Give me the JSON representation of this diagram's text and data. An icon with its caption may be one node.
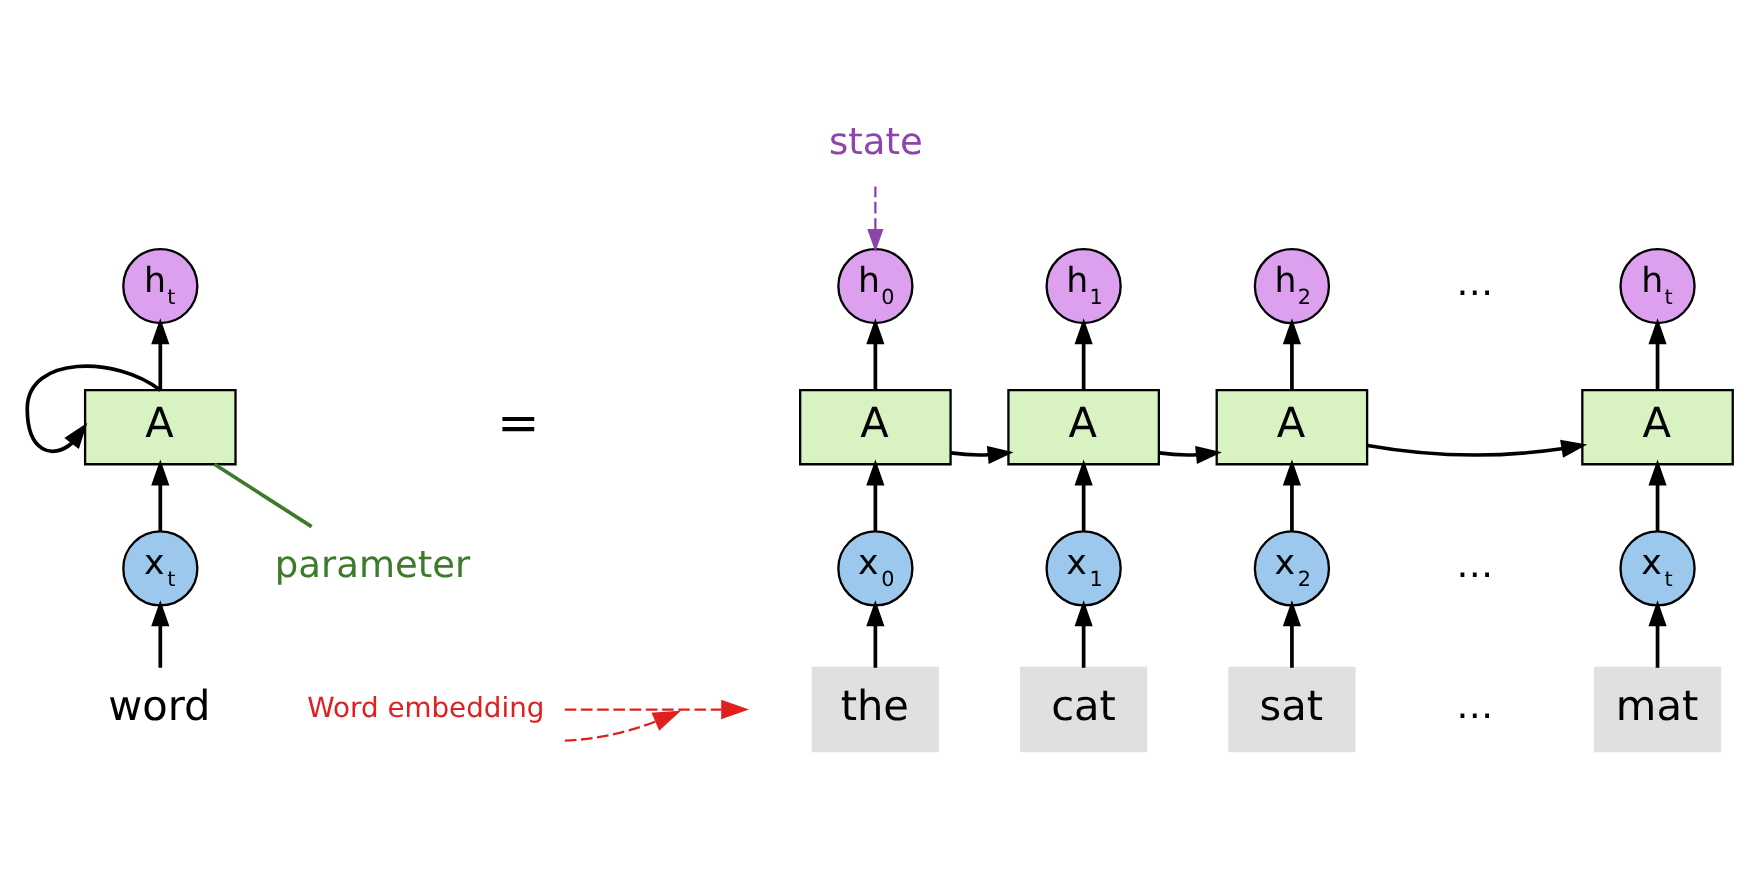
{
  "diagram": {
    "nodes": [
      {
        "text": [
          "h$_{t}$"
        ]
      },
      {
        "text": [
          "A"
        ]
      },
      {
        "text": [
          "x$_{t}$"
        ]
      },
      {
        "text": [
          "word"
        ]
      },
      {
        "text": [
          "h$_{0}$"
        ]
      },
      {
        "text": [
          "A"
        ]
      },
      {
        "text": [
          "x$_{0}$"
        ]
      },
      {
        "text": [
          "the"
        ]
      },
      {
        "text": [
          "h$_{1}$"
        ]
      },
      {
        "text": [
          "A"
        ]
      },
      {
        "text": [
          "x$_{1}$"
        ]
      },
      {
        "text": [
          "cat"
        ]
      },
      {
        "text": [
          "h$_{2}$"
        ]
      },
      {
        "text": [
          "A"
        ]
      },
      {
        "text": [
          "x$_{2}$"
        ]
      },
      {
        "text": [
          "sat"
        ]
      },
      {
        "text": [
          "h$_{t}$"
        ]
      },
      {
        "text": [
          "A"
        ]
      },
      {
        "text": [
          "x$_{t}$"
        ]
      },
      {
        "text": [
          "mat"
        ]
      },
      {
        "text": [
          "state"
        ]
      },
      {
        "text": [
          "parameter"
        ]
      },
      {
        "text": [
          "Word embedding"
        ]
      }
    ],
    "edges": [
      {
        "from": 3,
        "to": 2,
        "arrow": "to"
      },
      {
        "from": 2,
        "to": 1,
        "arrow": "to"
      },
      {
        "from": 1,
        "to": 0,
        "arrow": "to"
      },
      {
        "from": 1,
        "to": 1,
        "arrow": "to"
      },
      {
        "from": 7,
        "to": 6,
        "arrow": "to"
      },
      {
        "from": 6,
        "to": 5,
        "arrow": "to"
      },
      {
        "from": 5,
        "to": 4,
        "arrow": "to"
      },
      {
        "from": 11,
        "to": 10,
        "arrow": "to"
      },
      {
        "from": 10,
        "to": 9,
        "arrow": "to"
      },
      {
        "from": 9,
        "to": 8,
        "arrow": "to"
      },
      {
        "from": 15,
        "to": 14,
        "arrow": "to"
      },
      {
        "from": 14,
        "to": 13,
        "arrow": "to"
      },
      {
        "from": 13,
        "to": 12,
        "arrow": "to"
      },
      {
        "from": 19,
        "to": 18,
        "arrow": "to"
      },
      {
        "from": 18,
        "to": 17,
        "arrow": "to"
      },
      {
        "from": 17,
        "to": 16,
        "arrow": "to"
      },
      {
        "from": 5,
        "to": 9,
        "arrow": "to"
      },
      {
        "from": 9,
        "to": 13,
        "arrow": "to"
      },
      {
        "from": 13,
        "to": 17,
        "arrow": "to"
      },
      {
        "from": 20,
        "to": 4,
        "arrow": "to",
        "style": "dashed",
        "color": "#8e44ad"
      },
      {
        "from": 21,
        "to": 1,
        "arrow": "none",
        "color": "#3d7a2a"
      },
      {
        "from": 22,
        "to": null,
        "arrow": "to",
        "style": "dashed",
        "color": "#e02020"
      },
      {
        "from": 22,
        "to": null,
        "arrow": "to",
        "style": "dashed",
        "color": "#e02020"
      }
    ],
    "labels": [
      "=",
      "…",
      "…",
      "…"
    ]
  }
}
